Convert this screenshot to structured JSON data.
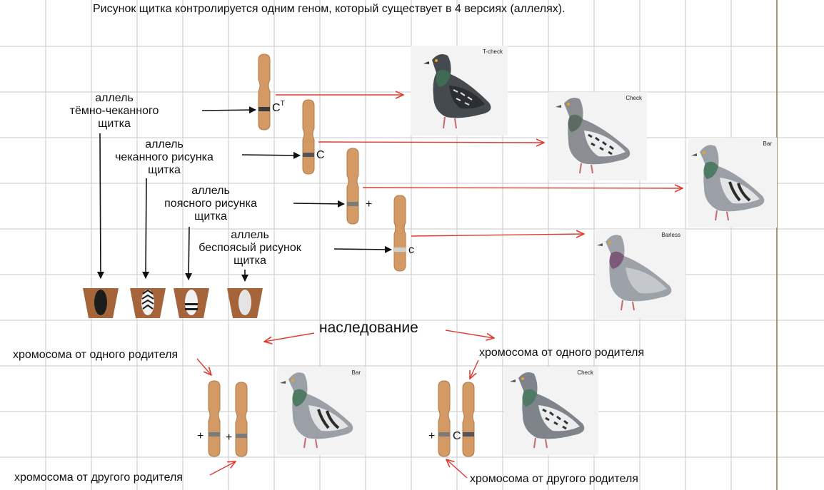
{
  "title": "Рисунок  щитка  контролируется  одним геном,  который существует  в 4 версиях (аллелях).",
  "alleles": [
    {
      "l1": "аллель",
      "l2": "тёмно-чеканного",
      "l3": "щитка",
      "symbol": "C",
      "sup": "T"
    },
    {
      "l1": "аллель",
      "l2": "чеканного рисунка",
      "l3": "щитка",
      "symbol": "C",
      "sup": ""
    },
    {
      "l1": "аллель",
      "l2": "поясного рисунка",
      "l3": "щитка",
      "symbol": "+",
      "sup": ""
    },
    {
      "l1": "аллель",
      "l2": "беспоясый рисунок",
      "l3": "щитка",
      "symbol": "c",
      "sup": ""
    }
  ],
  "photos": {
    "tcheck": "T-check",
    "check": "Check",
    "bar": "Bar",
    "barless": "Barless",
    "bottom_left": "Bar",
    "bottom_right": "Check"
  },
  "inheritance": {
    "label": "наследование",
    "one_parent": "хромосома от одного родителя",
    "other_parent": "хромосома от другого родителя",
    "left_symbols": [
      "+",
      "+"
    ],
    "right_symbols": [
      "+",
      "C"
    ]
  },
  "colors": {
    "chromosome": "#d49a66",
    "band_dark": "#3a3a3a",
    "band_mid": "#7a7a7a",
    "band_light": "#cccccc",
    "red_arrow": "#e03a30",
    "grid": "#c8c8c8",
    "shield": "#a5643a"
  }
}
